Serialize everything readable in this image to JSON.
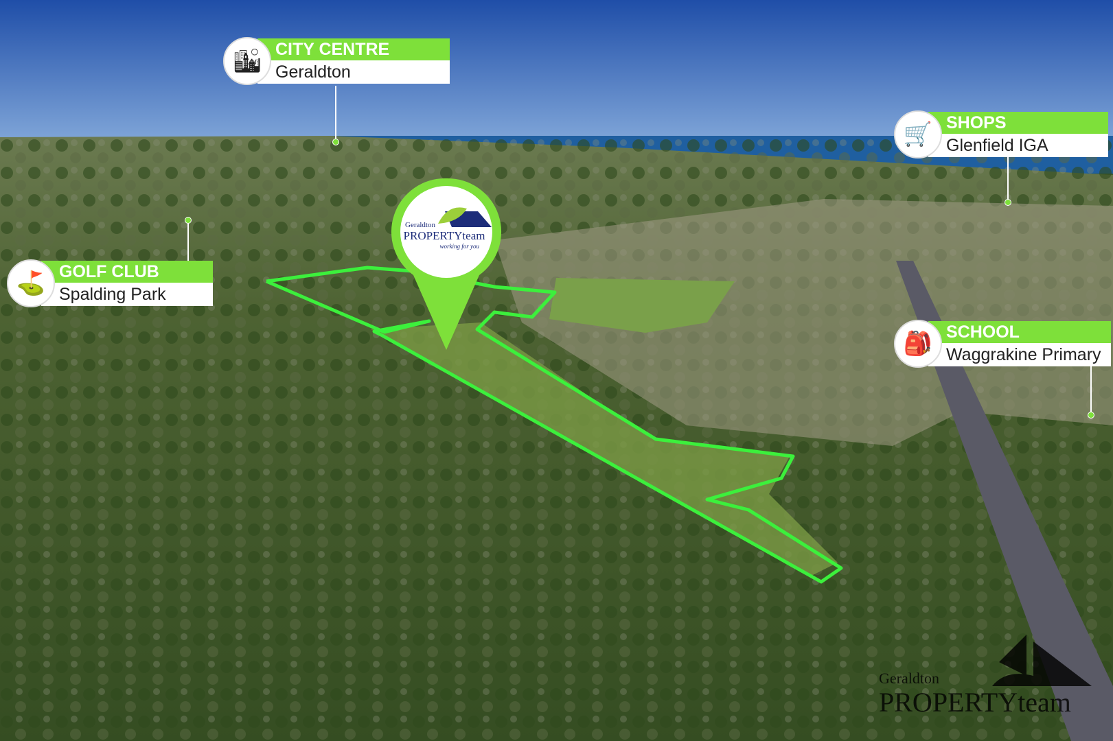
{
  "labels": [
    {
      "title": "CITY CENTRE",
      "subtitle": "Geraldton",
      "icon": "city-buildings-icon"
    },
    {
      "title": "SHOPS",
      "subtitle": "Glenfield IGA",
      "icon": "shopping-cart-icon"
    },
    {
      "title": "GOLF CLUB",
      "subtitle": "Spalding Park",
      "icon": "golf-icon"
    },
    {
      "title": "SCHOOL",
      "subtitle": "Waggrakine Primary",
      "icon": "backpack-icon"
    }
  ],
  "pin_logo": {
    "line1": "Geraldton",
    "line2": "PROPERTYteam",
    "line3": "working for you"
  },
  "watermark": {
    "line1": "Geraldton",
    "line2": "PROPERTYteam"
  },
  "colors": {
    "accent": "#7ee03a",
    "boundary": "#3cf03c",
    "sky": "#3d74c9",
    "sea": "#1f5fa0"
  }
}
